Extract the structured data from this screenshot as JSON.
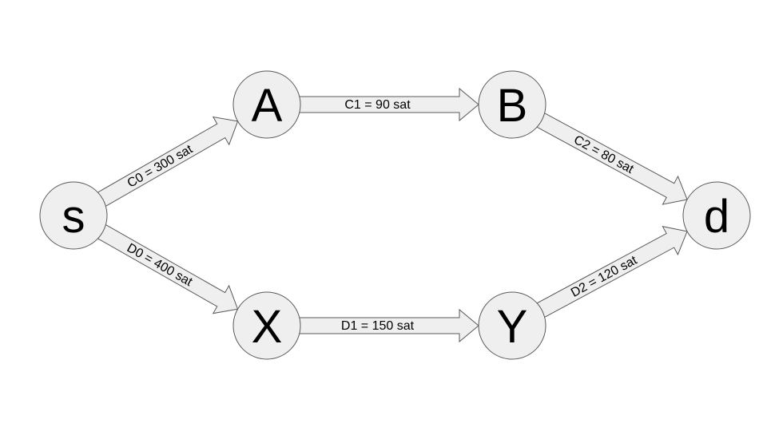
{
  "colors": {
    "node_fill": "#efefef",
    "stroke": "#595959",
    "text": "#000000",
    "background": "#ffffff"
  },
  "nodes": [
    {
      "id": "s",
      "label": "s"
    },
    {
      "id": "A",
      "label": "A"
    },
    {
      "id": "B",
      "label": "B"
    },
    {
      "id": "d",
      "label": "d"
    },
    {
      "id": "X",
      "label": "X"
    },
    {
      "id": "Y",
      "label": "Y"
    }
  ],
  "edges": [
    {
      "id": "s-A",
      "from": "s",
      "to": "A",
      "label": "C0 = 300 sat"
    },
    {
      "id": "A-B",
      "from": "A",
      "to": "B",
      "label": "C1 = 90 sat"
    },
    {
      "id": "B-d",
      "from": "B",
      "to": "d",
      "label": "C2 = 80 sat"
    },
    {
      "id": "s-X",
      "from": "s",
      "to": "X",
      "label": "D0 = 400 sat"
    },
    {
      "id": "X-Y",
      "from": "X",
      "to": "Y",
      "label": "D1 = 150 sat"
    },
    {
      "id": "Y-d",
      "from": "Y",
      "to": "d",
      "label": "D2 = 120 sat"
    }
  ]
}
